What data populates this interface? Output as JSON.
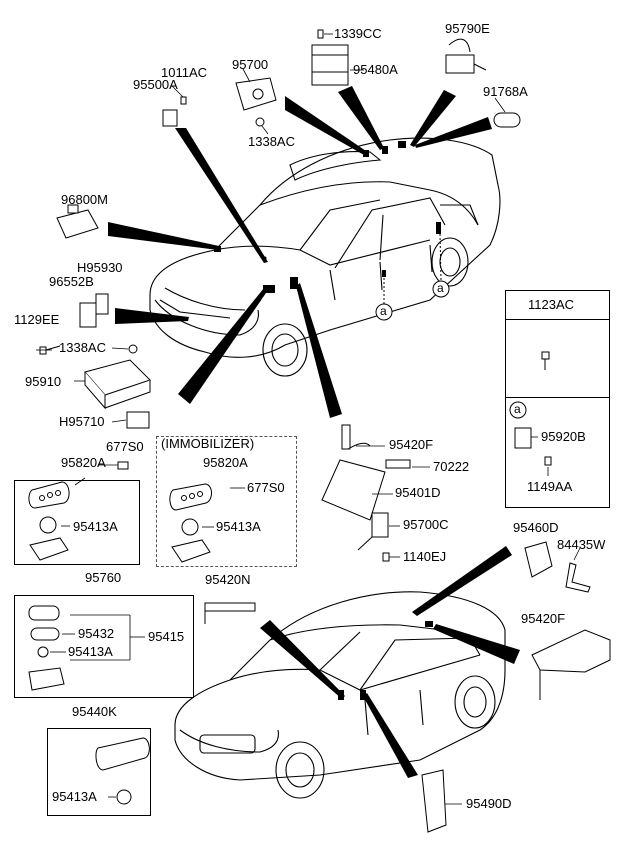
{
  "labels": {
    "p1339CC": "1339CC",
    "p95790E": "95790E",
    "p1011AC": "1011AC",
    "p95700": "95700",
    "p95500A": "95500A",
    "p95480A": "95480A",
    "p91768A": "91768A",
    "p1338AC_top": "1338AC",
    "p96800M": "96800M",
    "pH95930": "H95930",
    "p96552B": "96552B",
    "p1129EE": "1129EE",
    "p1338AC_mid": "1338AC",
    "p95910": "95910",
    "pH95710": "H95710",
    "p677S0_left": "677S0",
    "p95820A_left": "95820A",
    "p95413A_left": "95413A",
    "immobilizer": "(IMMOBILIZER)",
    "p95820A_right": "95820A",
    "p677S0_right": "677S0",
    "p95413A_right": "95413A",
    "p95420F_top": "95420F",
    "p70222": "70222",
    "p95401D": "95401D",
    "p95700C": "95700C",
    "p1140EJ": "1140EJ",
    "p95760": "95760",
    "p95432": "95432",
    "p95413A_mid": "95413A",
    "p95415": "95415",
    "p95440K": "95440K",
    "p95413A_bottom": "95413A",
    "p95420N": "95420N",
    "p95460D": "95460D",
    "p84435W": "84435W",
    "p95420F_bottom": "95420F",
    "p95490D": "95490D",
    "p1123AC": "1123AC",
    "p95920B": "95920B",
    "p1149AA": "1149AA",
    "circ_a_box": "a",
    "circ_a1": "a",
    "circ_a2": "a"
  }
}
